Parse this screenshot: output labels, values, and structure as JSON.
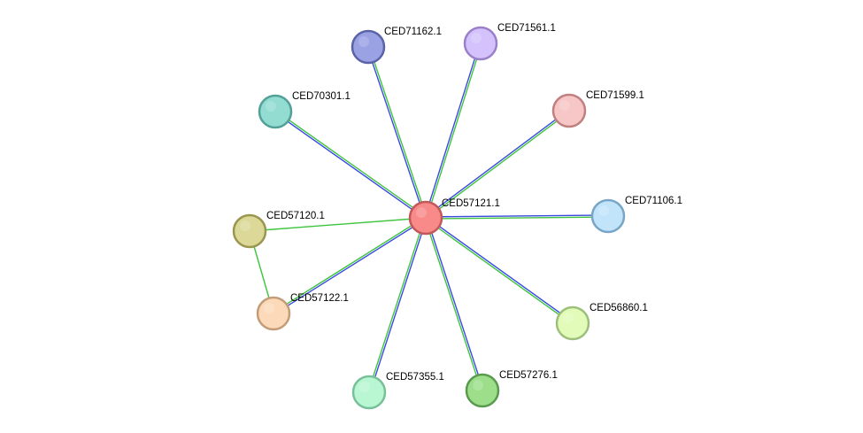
{
  "network": {
    "center": "CED57121.1",
    "nodes": [
      {
        "id": "CED57121.1",
        "label": "CED57121.1",
        "fill": "#f88a8a",
        "stroke": "#c25858"
      },
      {
        "id": "CED71162.1",
        "label": "CED71162.1",
        "fill": "#9aa2e4",
        "stroke": "#5a62a8"
      },
      {
        "id": "CED71561.1",
        "label": "CED71561.1",
        "fill": "#d3c2fb",
        "stroke": "#9a80c8"
      },
      {
        "id": "CED70301.1",
        "label": "CED70301.1",
        "fill": "#93dcd2",
        "stroke": "#52a098"
      },
      {
        "id": "CED71599.1",
        "label": "CED71599.1",
        "fill": "#f7c6c6",
        "stroke": "#c08080"
      },
      {
        "id": "CED57120.1",
        "label": "CED57120.1",
        "fill": "#dcd998",
        "stroke": "#9a9650"
      },
      {
        "id": "CED71106.1",
        "label": "CED71106.1",
        "fill": "#c1e4fa",
        "stroke": "#78a6c6"
      },
      {
        "id": "CED57122.1",
        "label": "CED57122.1",
        "fill": "#fbd9b9",
        "stroke": "#c49c78"
      },
      {
        "id": "CED56860.1",
        "label": "CED56860.1",
        "fill": "#e2fbb8",
        "stroke": "#9cc07c"
      },
      {
        "id": "CED57355.1",
        "label": "CED57355.1",
        "fill": "#b9f7d2",
        "stroke": "#78c09a"
      },
      {
        "id": "CED57276.1",
        "label": "CED57276.1",
        "fill": "#9cde8a",
        "stroke": "#5a9a4e"
      }
    ],
    "edges": [
      {
        "source": "CED57121.1",
        "target": "CED71162.1",
        "colors": [
          "#3a4ae0",
          "#3ec43e"
        ]
      },
      {
        "source": "CED57121.1",
        "target": "CED71561.1",
        "colors": [
          "#3a4ae0",
          "#3ec43e"
        ]
      },
      {
        "source": "CED57121.1",
        "target": "CED70301.1",
        "colors": [
          "#3a4ae0",
          "#3ec43e"
        ]
      },
      {
        "source": "CED57121.1",
        "target": "CED71599.1",
        "colors": [
          "#3a4ae0",
          "#3ec43e"
        ]
      },
      {
        "source": "CED57121.1",
        "target": "CED71106.1",
        "colors": [
          "#3a4ae0",
          "#3ec43e"
        ]
      },
      {
        "source": "CED57121.1",
        "target": "CED57122.1",
        "colors": [
          "#3a4ae0",
          "#3ec43e"
        ]
      },
      {
        "source": "CED57121.1",
        "target": "CED56860.1",
        "colors": [
          "#3a4ae0",
          "#3ec43e"
        ]
      },
      {
        "source": "CED57121.1",
        "target": "CED57355.1",
        "colors": [
          "#3a4ae0",
          "#3ec43e"
        ]
      },
      {
        "source": "CED57121.1",
        "target": "CED57276.1",
        "colors": [
          "#3a4ae0",
          "#3ec43e"
        ]
      },
      {
        "source": "CED57121.1",
        "target": "CED57120.1",
        "colors": [
          "#3ec43e"
        ]
      },
      {
        "source": "CED57120.1",
        "target": "CED57122.1",
        "colors": [
          "#3ec43e"
        ]
      }
    ]
  }
}
